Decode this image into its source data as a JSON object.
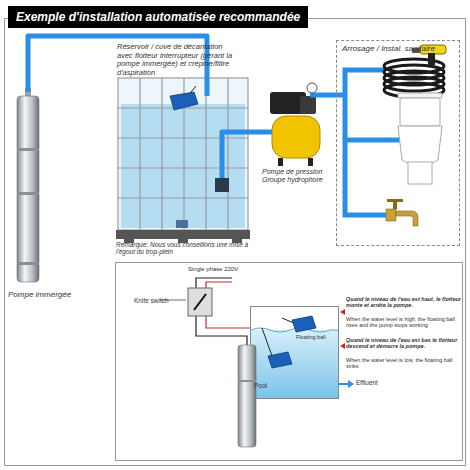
{
  "diagram": {
    "title": "Exemple d'installation automatisée recommandée",
    "nodes": [
      {
        "text": [
          "Pompe immergée"
        ]
      },
      {
        "text": [
          "Réservoir / cuve de décantation avec flotteur interrupteur (gérant la pompe immergée) et crépine/filtre d'aspiration",
          "Remarque: Nous vous conseillons une mise à l'égout du trop-plein"
        ]
      },
      {
        "text": [
          "Pompe de pression Groupe hydrophore"
        ]
      },
      {
        "text": [
          "Arrosage / Instal. sanitaire"
        ]
      },
      {
        "text": [
          "Knife switch"
        ]
      },
      {
        "text": [
          "Pool"
        ]
      }
    ],
    "edges": [
      {
        "from": 0,
        "to": 1,
        "arrow": "none"
      },
      {
        "from": 1,
        "to": 2,
        "arrow": "none"
      },
      {
        "from": 2,
        "to": 3,
        "arrow": "none"
      }
    ],
    "labels": [
      "Single phase 220V",
      "Floating ball",
      "Quand le niveau de l'eau est haut, le flotteur monte et arrête la pompe.",
      "When the water level is high, the floating ball rises and the pump stops working",
      "Quand le niveau de l'eau est bas le flotteur descend et démarre la pompe.",
      "When the water level is low, the floating ball sinks",
      "Effluent"
    ]
  }
}
